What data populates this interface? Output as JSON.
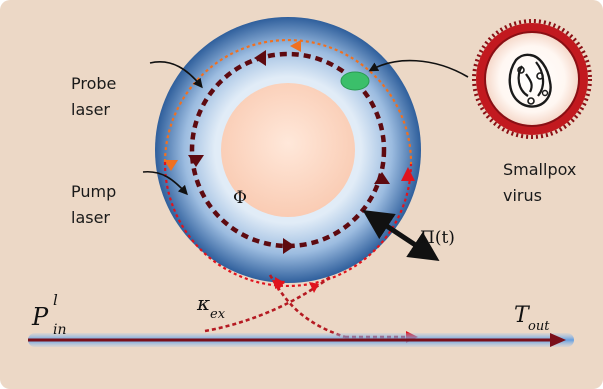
{
  "labels": {
    "probe_laser": [
      "Probe",
      "laser"
    ],
    "pump_laser": [
      "Pump",
      "laser"
    ],
    "virus": [
      "Smallpox",
      "virus"
    ],
    "phi": "Φ",
    "pi_t": "Π(t)",
    "p_in": {
      "base": "P",
      "sup": "l",
      "sub": "in"
    },
    "kappa_ex": {
      "base": "κ",
      "sub": "ex"
    },
    "t_out": {
      "base": "T",
      "sub": "out"
    }
  },
  "colors": {
    "background": "#ecd8c6",
    "ring_outer": "#2f5f9c",
    "ring_inner": "#e1ecf7",
    "core": "#f9c9b0",
    "orange_path": "#f07020",
    "red_path": "#e0141e",
    "maroon_path": "#5e0a10",
    "waveguide": "#7a0f1a",
    "waveguide_glow": "#5e9be0",
    "particle": "#3bbf6a",
    "virus_rim": "#c2191f"
  },
  "icons": {
    "particle": "green-nanoparticle",
    "virus": "smallpox-virus-icon"
  }
}
